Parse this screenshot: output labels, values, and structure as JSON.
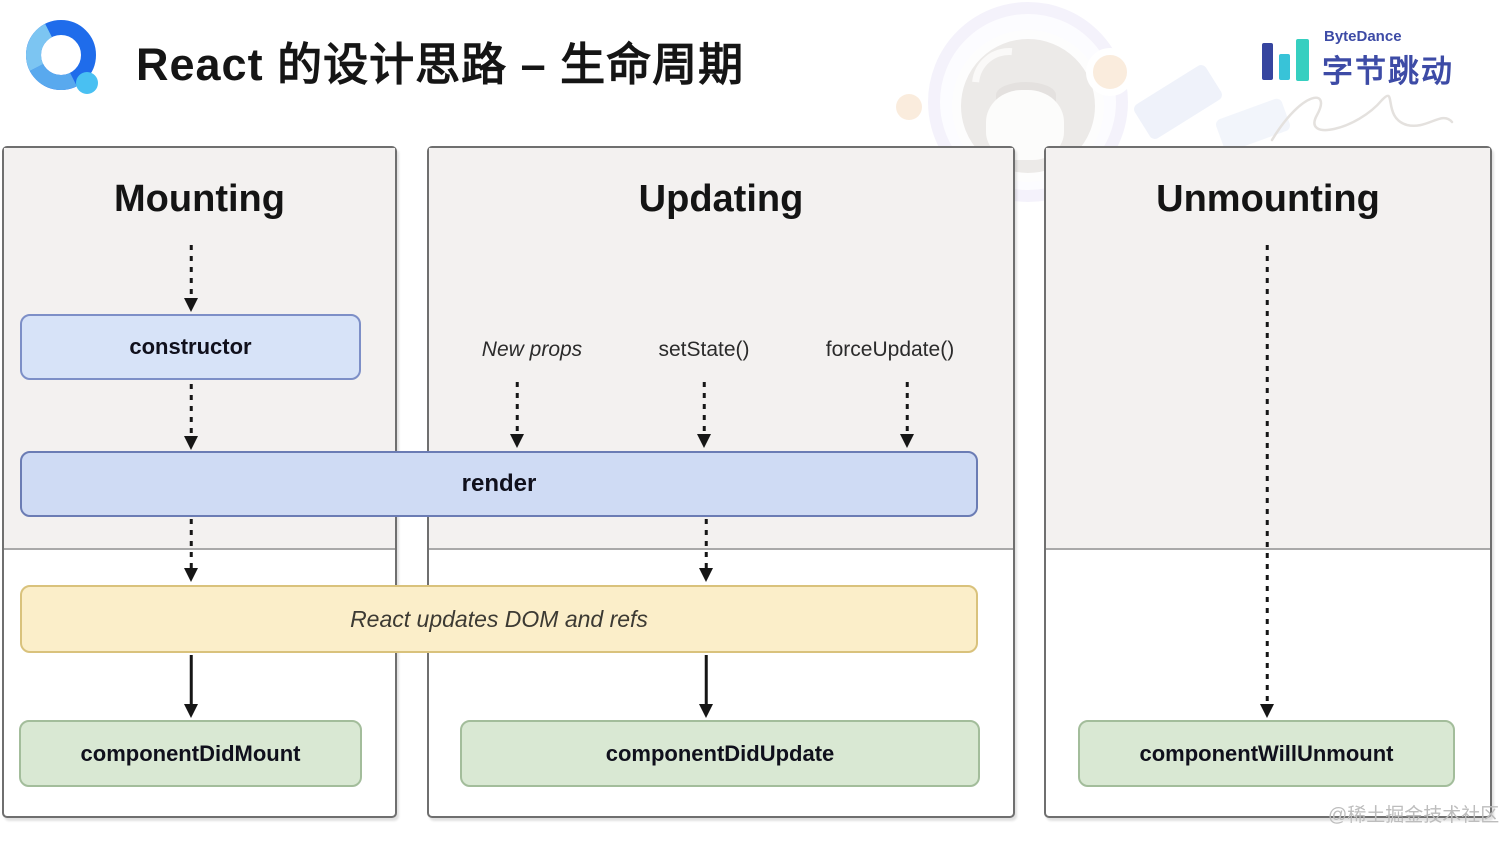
{
  "header": {
    "title": "React 的设计思路 – 生命周期",
    "brand": {
      "name_en": "ByteDance",
      "name_cn": "字节跳动",
      "text_color": "#3d4ba6",
      "bar_colors": [
        "#36459f",
        "#38c3d8",
        "#36cfc0"
      ]
    },
    "logo_colors": {
      "ring": "#1f6ceb",
      "highlight": "#7cc5f2",
      "dot": "#49c0f2"
    }
  },
  "lifecycle": {
    "columns": [
      {
        "title": "Mounting",
        "nodes": [
          "constructor",
          "componentDidMount"
        ]
      },
      {
        "title": "Updating",
        "triggers": [
          "New props",
          "setState()",
          "forceUpdate()"
        ],
        "nodes": [
          "componentDidUpdate"
        ]
      },
      {
        "title": "Unmounting",
        "nodes": [
          "componentWillUnmount"
        ]
      }
    ],
    "shared_nodes": {
      "render": "render",
      "dom_update": "React updates DOM and refs"
    },
    "colors": {
      "phase_box_fill": "#d7e3f8",
      "phase_box_border": "#7d8fc7",
      "render_fill": "#cfdbf4",
      "side_effect_fill": "#fbeec9",
      "side_effect_border": "#d9c27c",
      "method_fill": "#d9e8d3",
      "method_border": "#a3bd9b",
      "panel_upper_bg": "#f3f1f0",
      "panel_border": "#6f6f6f",
      "arrow": "#161616"
    }
  },
  "watermark": "@稀土掘金技术社区"
}
